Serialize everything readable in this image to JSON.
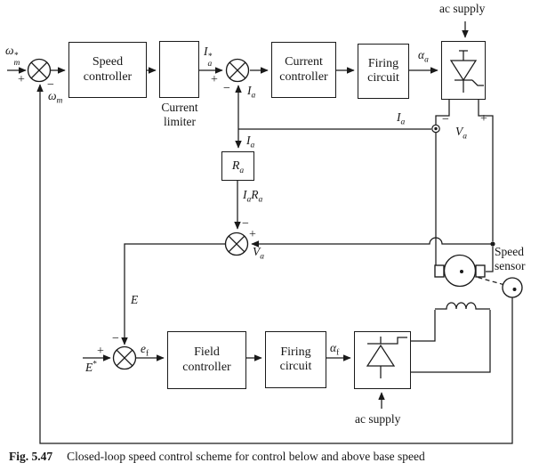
{
  "figure": {
    "fig_label": "Fig. 5.47",
    "caption": "Closed-loop speed control scheme for control below and above base speed"
  },
  "signs": {
    "plus": "+",
    "minus": "−"
  },
  "blocks": {
    "speed_controller": "Speed controller",
    "current_limiter": "Current limiter",
    "current_controller": "Current controller",
    "firing_circuit_armature": "Firing circuit",
    "field_controller": "Field controller",
    "firing_circuit_field": "Firing circuit"
  },
  "labels": {
    "ac_supply": "ac supply",
    "speed_sensor": "Speed sensor",
    "omega_ref": {
      "base": "ω",
      "sup": "*",
      "sub": "m"
    },
    "omega_fb": {
      "base": "ω",
      "sub": "m"
    },
    "i_ref": {
      "base": "I",
      "sup": "*",
      "sub": "a"
    },
    "i_a": {
      "base": "I",
      "sub": "a"
    },
    "alpha_a": {
      "base": "α",
      "sub": "a"
    },
    "v_a": {
      "base": "V",
      "sub": "a"
    },
    "r_a": {
      "base": "R",
      "sub": "a"
    },
    "e": "E",
    "e_ref": {
      "base": "E",
      "sup": "*"
    },
    "e_f": {
      "base": "e",
      "sub": "f"
    },
    "alpha_f": {
      "base": "α",
      "sub": "f"
    }
  },
  "colors": {
    "ink": "#1a1a1a",
    "paper": "#ffffff"
  }
}
